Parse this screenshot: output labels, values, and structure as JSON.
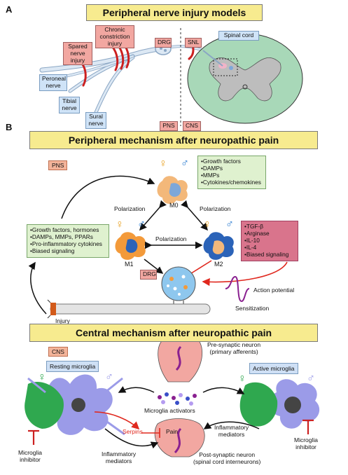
{
  "panelA": {
    "letter": "A",
    "title": "Peripheral nerve injury models",
    "labels": {
      "spared": "Spared\nnerve\ninjury",
      "cci": "Chronic\nconstriction\ninjury",
      "drg": "DRG",
      "snl": "SNL",
      "spinal_cord": "Spinal cord",
      "peroneal": "Peroneal\nnerve",
      "tibial": "Tibial\nnerve",
      "sural": "Sural\nnerve",
      "pns": "PNS",
      "cns": "CNS"
    }
  },
  "panelB": {
    "letter": "B",
    "title": "Peripheral mechanism after neuropathic pain",
    "pns": "PNS",
    "m0": "M0",
    "m1": "M1",
    "m2": "M2",
    "polarization_left": "Polarization",
    "polarization_right": "Polarization",
    "polarization_mid": "Polarization",
    "m0_factors": [
      "•Growth factors",
      "•DAMPs",
      "•MMPs",
      "•Cytokines/chemokines"
    ],
    "m1_factors": [
      "•Growth factors, hormones",
      "•DAMPs, MMPs, PPARs",
      "•Pro-inflammatory cytokines",
      "•Biased signaling"
    ],
    "m2_factors": [
      "•TGF-β",
      "•Arginase",
      "•IL-10",
      "•IL-4",
      "•Biased signaling"
    ],
    "drg": "DRG",
    "injury": "Injury",
    "action_potential": "Action potential",
    "sensitization": "Sensitization",
    "female_symbol": "♀",
    "male_symbol": "♂"
  },
  "panelC": {
    "title": "Central mechanism after neuropathic pain",
    "cns": "CNS",
    "resting": "Resting microglia",
    "active": "Active microglia",
    "pre_synaptic": "Pre-synaptic neuron\n(primary afferents)",
    "microglia_activators": "Microglia activators",
    "serpins": "Serpins",
    "pain": "Pain",
    "inflammatory_right": "Inflammatory\nmediators",
    "inflammatory_left": "Inflammatory\nmediators",
    "post_synaptic": "Post-synaptic neuron\n(spinal cord interneurons)",
    "inhibitor_left": "Microglia\ninhibitor",
    "inhibitor_right": "Microglia\ninhibitor",
    "female_symbol": "♀",
    "male_symbol": "♂"
  },
  "colors": {
    "title_fill": "#f7eb8f",
    "nerve": "#dce8f4",
    "spinal_cord": "#a8d8b8",
    "grey_matter": "#bdbdbd",
    "injury_red": "#cc2020",
    "microglia_green": "#2fa84f",
    "microglia_purple": "#9b9be8",
    "neuron_pink": "#f2a7a1",
    "m2_box": "#d9748c",
    "green_box": "#dff1cf"
  }
}
